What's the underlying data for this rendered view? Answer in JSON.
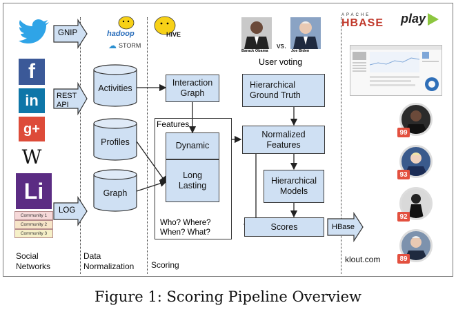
{
  "columns": {
    "social": {
      "line1": "Social",
      "line2": "Networks"
    },
    "data_norm": {
      "line1": "Data",
      "line2": "Normalization"
    },
    "scoring": "Scoring",
    "klout": "klout.com"
  },
  "arrows": {
    "gnip": "GNIP",
    "rest": {
      "line1": "REST",
      "line2": "API"
    },
    "log": "LOG",
    "hbase": "HBase"
  },
  "logos": {
    "hadoop": "hadoop",
    "storm": "STORM",
    "hive": "HIVE",
    "apache_hbase_top": "APACHE",
    "apache_hbase": "HBASE",
    "play": "play",
    "facebook": "f",
    "linkedin": "in",
    "google": "g+",
    "wikipedia": "W",
    "klout_li": "Li"
  },
  "communities": [
    "Community 1",
    "Community 2",
    "Community 3"
  ],
  "stores": {
    "activities": "Activities",
    "profiles": "Profiles",
    "graph": "Graph"
  },
  "scoring": {
    "interaction_graph": {
      "line1": "Interaction",
      "line2": "Graph"
    },
    "features_label": "Features",
    "dynamic": "Dynamic",
    "long_lasting": {
      "line1": "Long",
      "line2": "Lasting"
    },
    "questions": {
      "line1": "Who? Where?",
      "line2": "When? What?"
    }
  },
  "right": {
    "hier_ground_truth": {
      "line1": "Hierarchical",
      "line2": "Ground Truth"
    },
    "normalized_features": {
      "line1": "Normalized",
      "line2": "Features"
    },
    "hier_models": {
      "line1": "Hierarchical",
      "line2": "Models"
    },
    "scores": "Scores"
  },
  "voting": {
    "person1": "Barack Obama",
    "person2": "Joe Biden",
    "vs": "vs.",
    "label": "User voting"
  },
  "klout_scores": [
    "99",
    "93",
    "92",
    "89"
  ],
  "caption": "Figure 1: Scoring Pipeline Overview",
  "colors": {
    "box_fill": "#cfe0f3",
    "badge": "#e3503f",
    "arrow_fill": "#cfe0f3"
  }
}
